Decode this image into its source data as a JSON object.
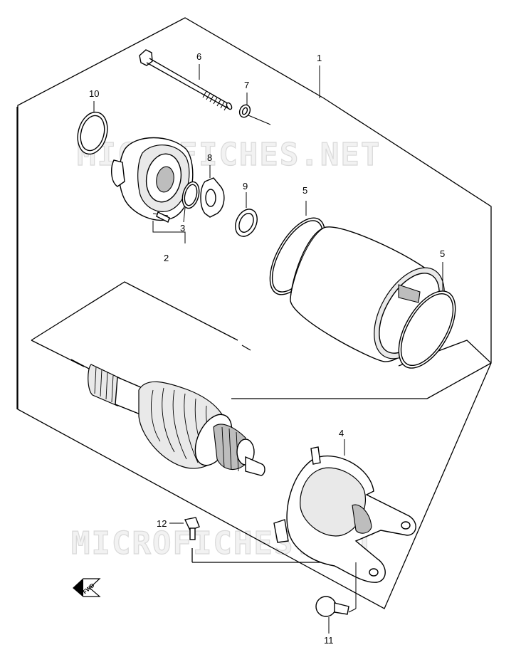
{
  "watermarks": [
    "MICROFICHES.NET",
    "MICROFICHES.NET"
  ],
  "fwd_label": "FWD",
  "callouts": {
    "c1": "1",
    "c2": "2",
    "c3": "3",
    "c4": "4",
    "c5a": "5",
    "c5b": "5",
    "c6": "6",
    "c7": "7",
    "c8": "8",
    "c9": "9",
    "c10": "10",
    "c11": "11",
    "c12": "12"
  },
  "parts": [
    "starting-motor-assembly",
    "bracket-set",
    "o-ring",
    "brush-holder-assembly",
    "o-ring",
    "bolt",
    "washer",
    "brush-plate",
    "washer",
    "shim",
    "cap",
    "screw",
    "armature"
  ]
}
